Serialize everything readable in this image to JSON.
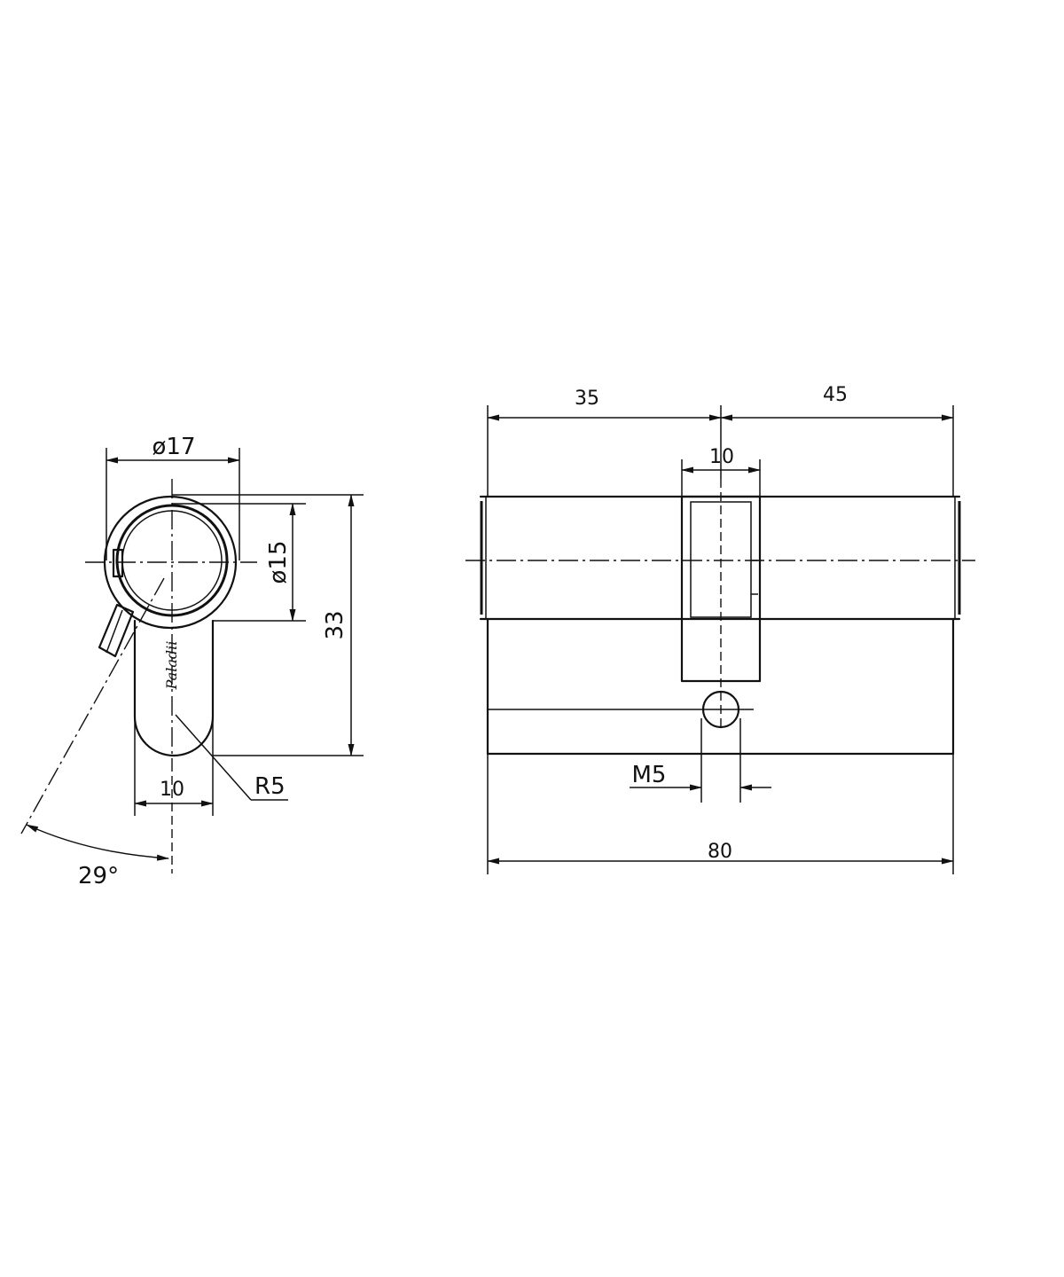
{
  "side_view": {
    "dia_outer": "ø17",
    "dia_inner": "ø15",
    "height": "33",
    "bottom_width": "10",
    "radius": "R5",
    "angle": "29°"
  },
  "front_view": {
    "left_length": "35",
    "right_length": "45",
    "cam_width": "10",
    "screw": "M5",
    "total_length": "80"
  },
  "watermark": "Paladii"
}
